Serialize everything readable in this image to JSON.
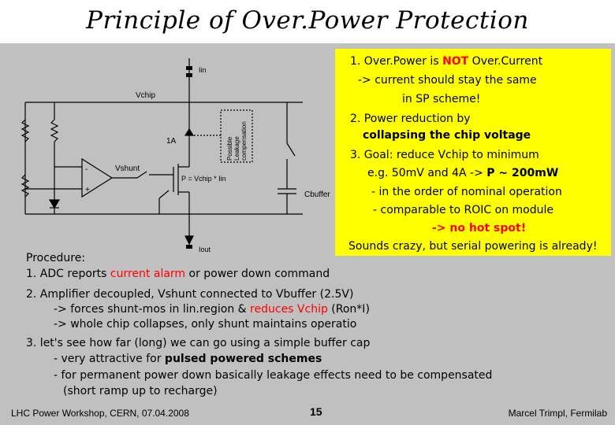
{
  "title": "Principle of Over.Power Protection",
  "circuit": {
    "lin": "Iin",
    "vchip": "Vchip",
    "one_a": "1A",
    "vshunt": "Vshunt",
    "p_eq": "P = Vchip * Iin",
    "cbuffer": "Cbuffer",
    "iout": "Iout",
    "minus": "-",
    "plus": "+",
    "leak1": "Possible",
    "leak2": "Leakage",
    "leak3": "compensation"
  },
  "points": {
    "p1a": "1. Over.Power is ",
    "p1b": "NOT",
    "p1c": " Over.Current",
    "p1d": "-> current should stay the same",
    "p1e": "in SP scheme!",
    "p2a": "2. Power reduction by",
    "p2b": "collapsing the chip voltage",
    "p3a": "3. Goal: reduce Vchip to minimum",
    "p3b1": "e.g. 50mV and 4A -> ",
    "p3b2": "P ~ 200mW",
    "p3c": "- in the order of nominal operation",
    "p3d": "- comparable to ROIC on module",
    "p3e": "-> no hot spot!",
    "p3f": "Sounds crazy, but serial powering is already!"
  },
  "procedure": {
    "heading": "Procedure:",
    "s1a": "1. ADC reports ",
    "s1b": "current alarm",
    "s1c": " or power down command",
    "s2": "2. Amplifier decoupled, Vshunt connected to Vbuffer (2.5V)",
    "s2a1": "-> forces shunt-mos in lin.region & ",
    "s2a2": "reduces Vchip",
    "s2a3": " (Ron*I)",
    "s2b": "-> whole chip collapses, only shunt maintains operatio",
    "s3": "3. let's see how far (long) we can go using a simple buffer cap",
    "s3a1": "- very attractive for ",
    "s3a2": "pulsed powered schemes",
    "s3b": "- for permanent power down basically leakage effects need to be compensated",
    "s3c": "(short ramp up to recharge)"
  },
  "footer": {
    "left": "LHC Power Workshop, CERN, 07.04.2008",
    "page": "15",
    "right": "Marcel Trimpl, Fermilab"
  }
}
